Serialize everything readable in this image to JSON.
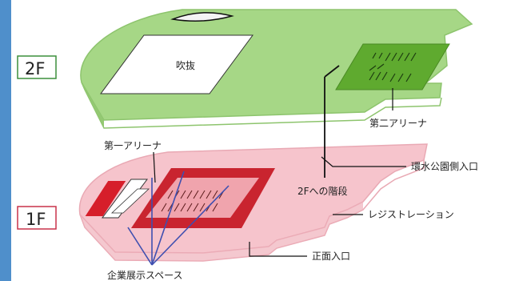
{
  "floors": {
    "second": "2F",
    "first": "1F"
  },
  "labels": {
    "atrium": "吹抜",
    "arena2": "第二アリーナ",
    "arena1": "第一アリーナ",
    "lake_park_entrance": "環水公園側入口",
    "stairs_to_2f": "2Fへの階段",
    "registration": "レジストレーション",
    "main_entrance": "正面入口",
    "exhibit_space": "企業展示スペース"
  },
  "colors": {
    "floor2_fill": "#a6d786",
    "floor2_stroke": "#8dc46d",
    "arena2_fill": "#5faa2f",
    "floor1_fill": "#f6c4cc",
    "floor1_stroke": "#e9a9b4",
    "arena1_fill": "#c9242f",
    "pointer": "#3f4fb0",
    "frame_2f": "#3c8f3c",
    "frame_1f": "#c9324a",
    "page_bg": "#4f8fcb"
  }
}
